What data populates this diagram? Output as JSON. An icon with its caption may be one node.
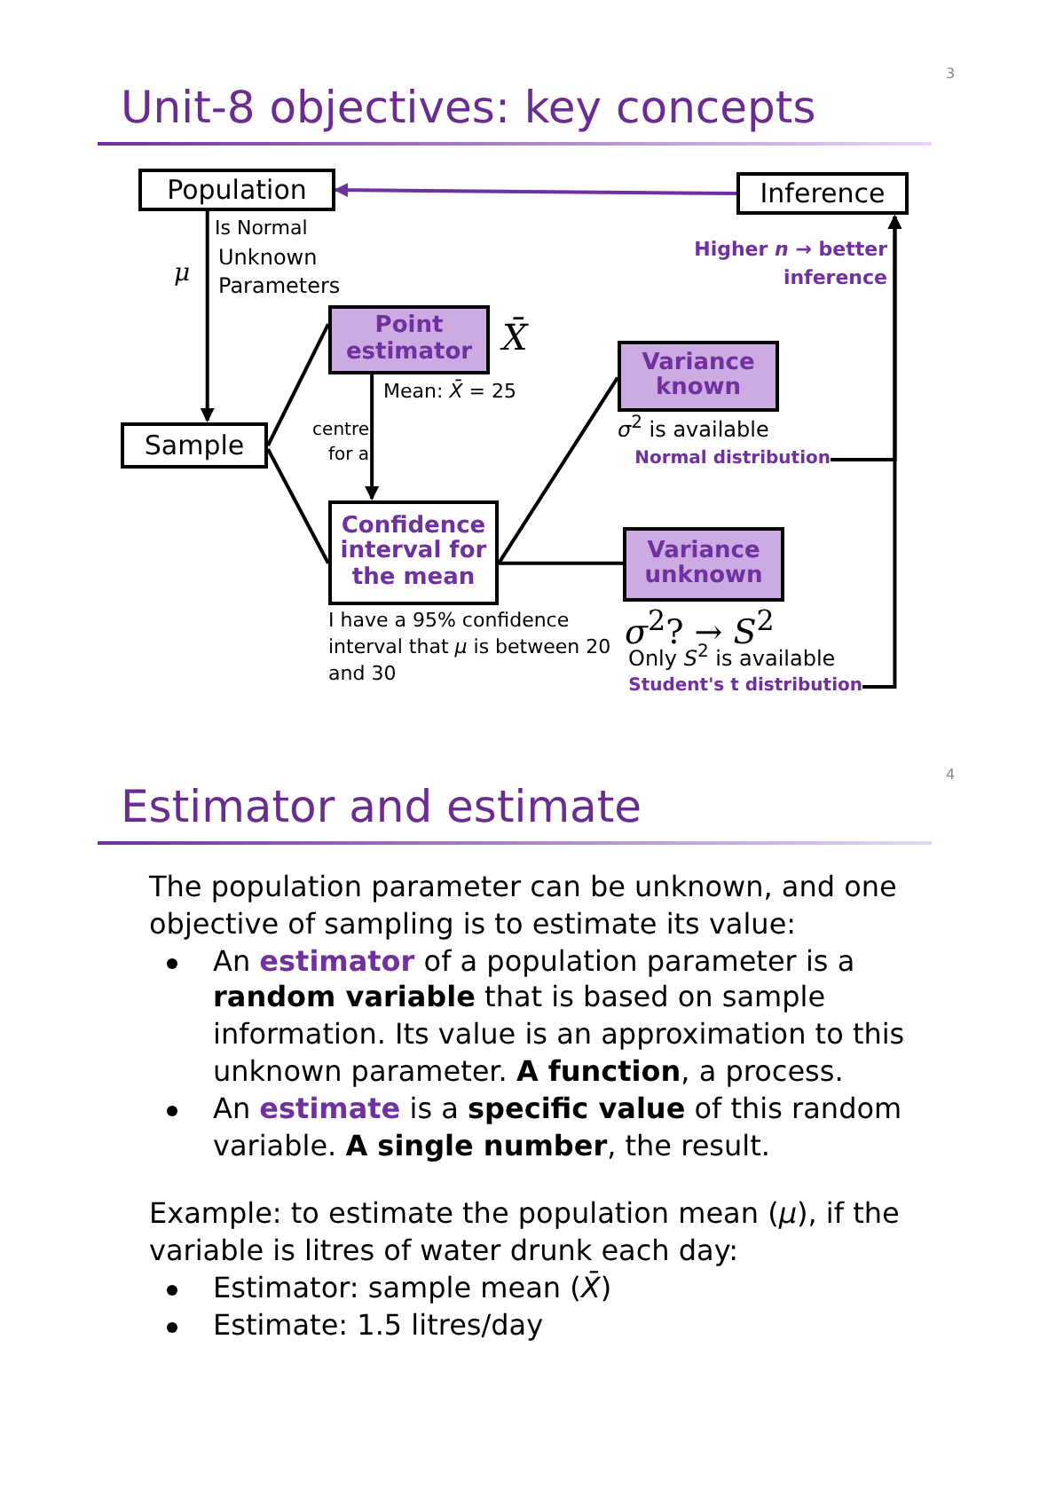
{
  "diagram": {
    "nodes": [
      {
        "text": [
          "Population"
        ]
      },
      {
        "text": [
          "Inference"
        ]
      },
      {
        "text": [
          "Sample"
        ]
      },
      {
        "text": [
          "Point estimator"
        ],
        "beside": [
          "*X̄*",
          "Mean: *X̄* = 25"
        ]
      },
      {
        "text": [
          "Variance known"
        ],
        "beside": [
          "*σ*$^{2}$ is available"
        ]
      },
      {
        "text": [
          "Confidence interval for the mean"
        ],
        "beside": [
          "I have a 95% confidence interval that *μ* is between 20 and 30"
        ]
      },
      {
        "text": [
          "Variance unknown"
        ],
        "beside": [
          "*σ*$^{2}$? → *S*$^{2}$",
          "Only *S*$^{2}$ is available"
        ]
      },
      {
        "text": [
          "Normal distribution"
        ]
      },
      {
        "text": [
          "Student's t distribution"
        ]
      }
    ],
    "edges": [
      {
        "from": 1,
        "to": 0,
        "arrow": "to",
        "color": "#7030a0"
      },
      {
        "from": 0,
        "to": 2,
        "arrow": "to"
      },
      {
        "from": 2,
        "to": 3,
        "arrow": "none"
      },
      {
        "from": 2,
        "to": 5,
        "arrow": "none"
      },
      {
        "from": 3,
        "to": 5,
        "arrow": "to",
        "label": "centre for a"
      },
      {
        "from": 5,
        "to": 4,
        "arrow": "none"
      },
      {
        "from": 5,
        "to": 6,
        "arrow": "none"
      },
      {
        "from": 7,
        "to": 1,
        "arrow": "to"
      },
      {
        "from": 8,
        "to": 1,
        "arrow": "to"
      }
    ],
    "labels": [
      "3",
      "Unit-8 objectives: key concepts",
      "Is Normal",
      "Unknown Parameters",
      "*μ*",
      "Higher *n* → better inference",
      "4",
      "Estimator and estimate",
      "The population parameter can be unknown, and one objective of sampling is to estimate its value:",
      "An **estimator** of a population parameter is a **random variable** that is based on sample information. Its value is an approximation to this unknown parameter. **A function**, a process.",
      "An **estimate** is a **specific value** of this random variable. **A single number**, the result.",
      "Example: to estimate the population mean (*μ*), if the variable is litres of water drunk each day:",
      "Estimator: sample mean (*X̄*)",
      "Estimate: 1.5 litres/day"
    ]
  }
}
